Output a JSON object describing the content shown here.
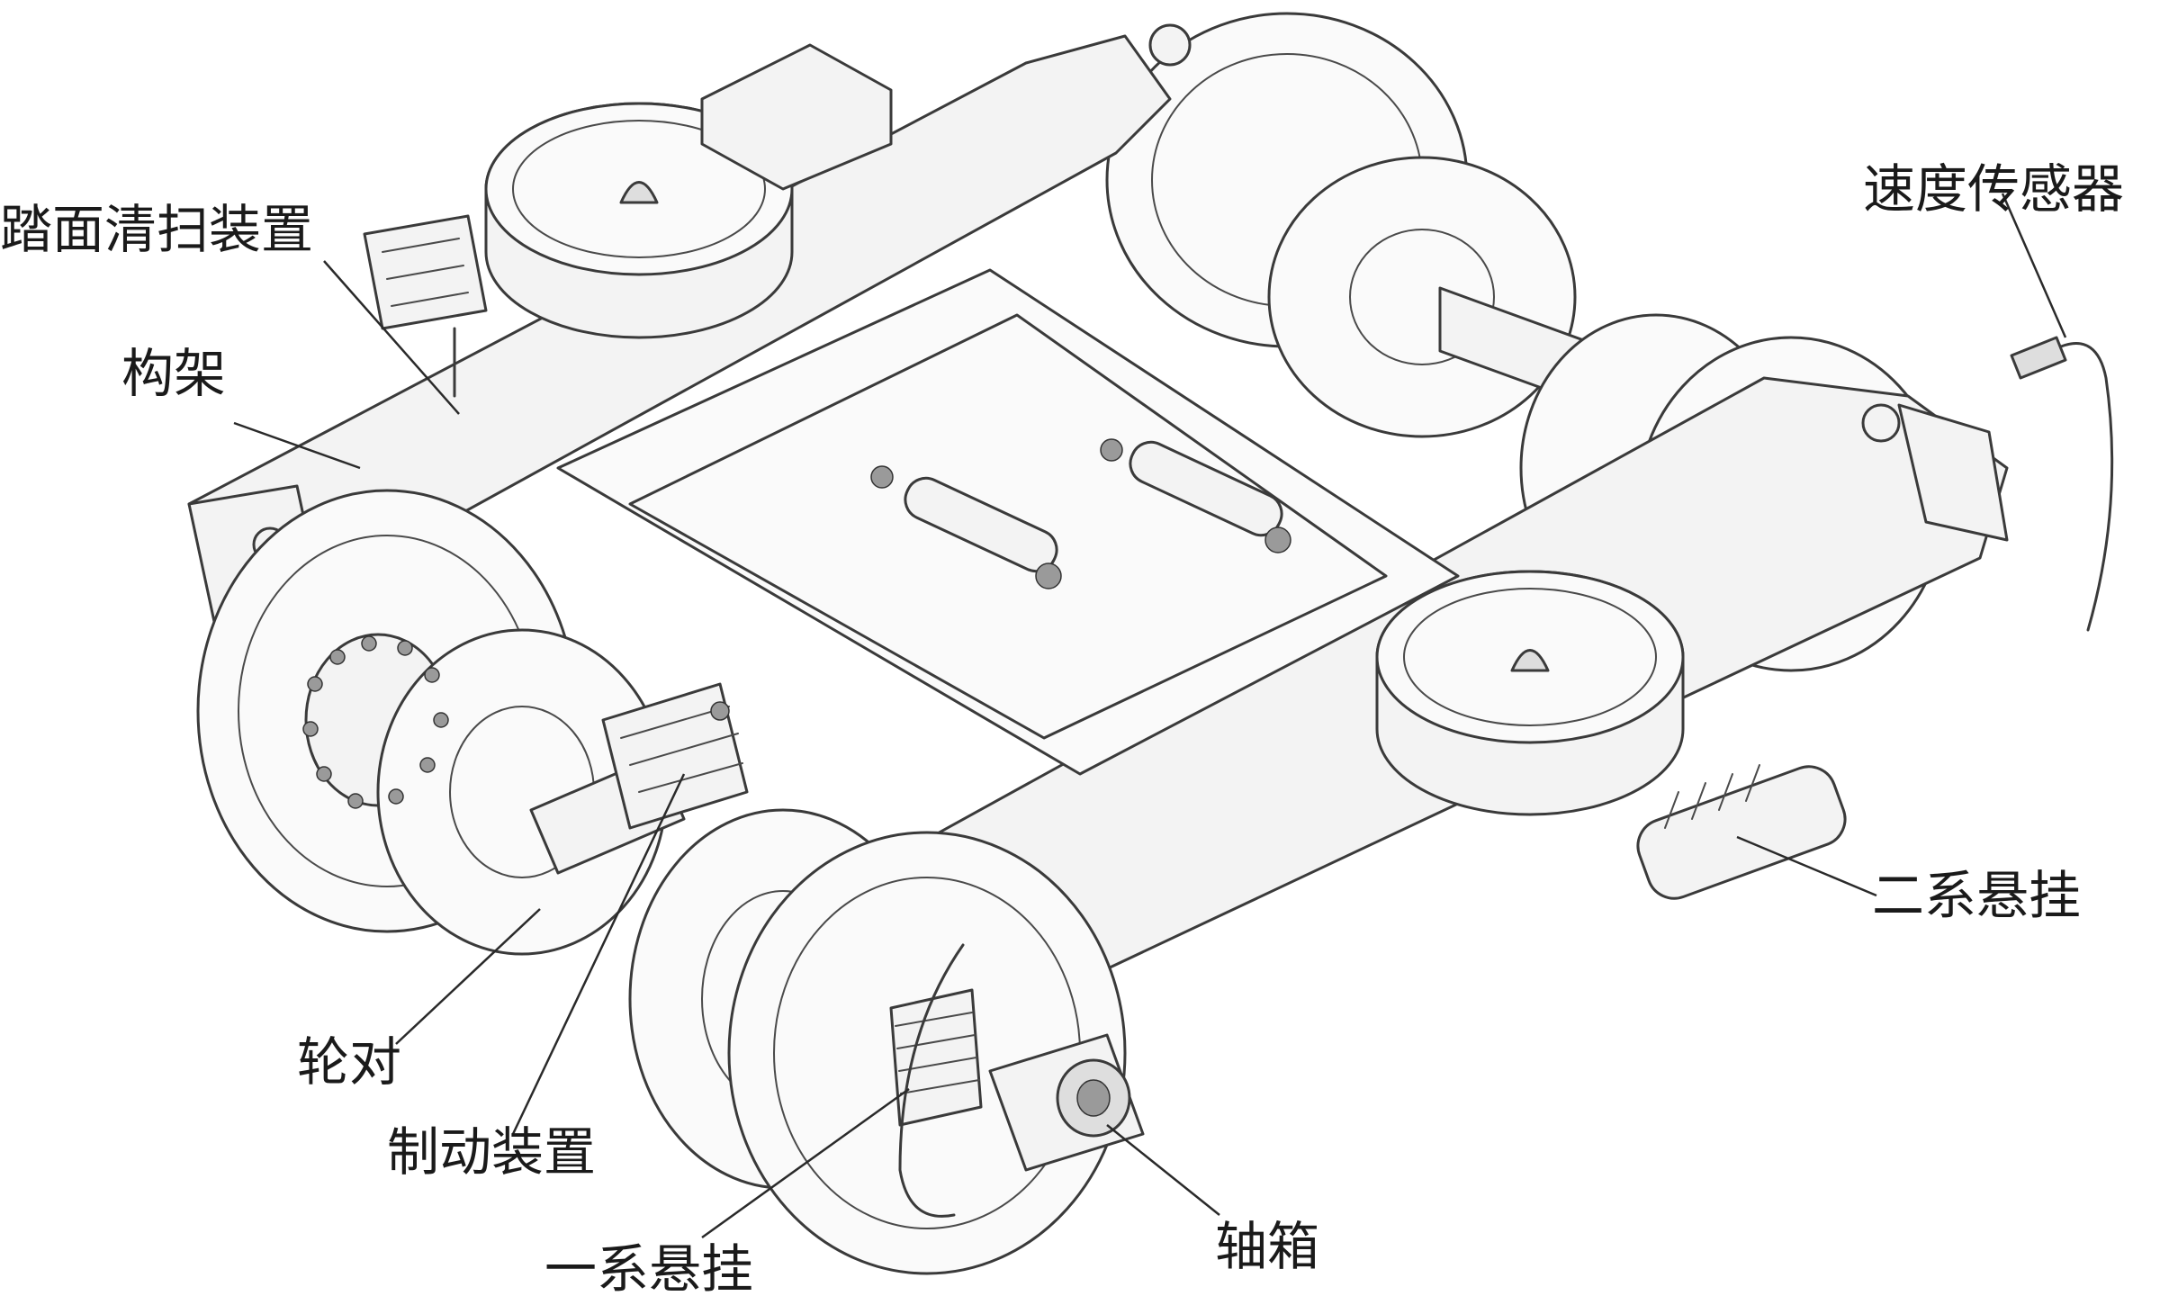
{
  "labels": {
    "tread_cleaner": "踏面清扫装置",
    "frame": "构架",
    "speed_sensor": "速度传感器",
    "secondary_suspension": "二系悬挂",
    "wheelset": "轮对",
    "brake_device": "制动装置",
    "primary_suspension": "一系悬挂",
    "axle_box": "轴箱"
  }
}
